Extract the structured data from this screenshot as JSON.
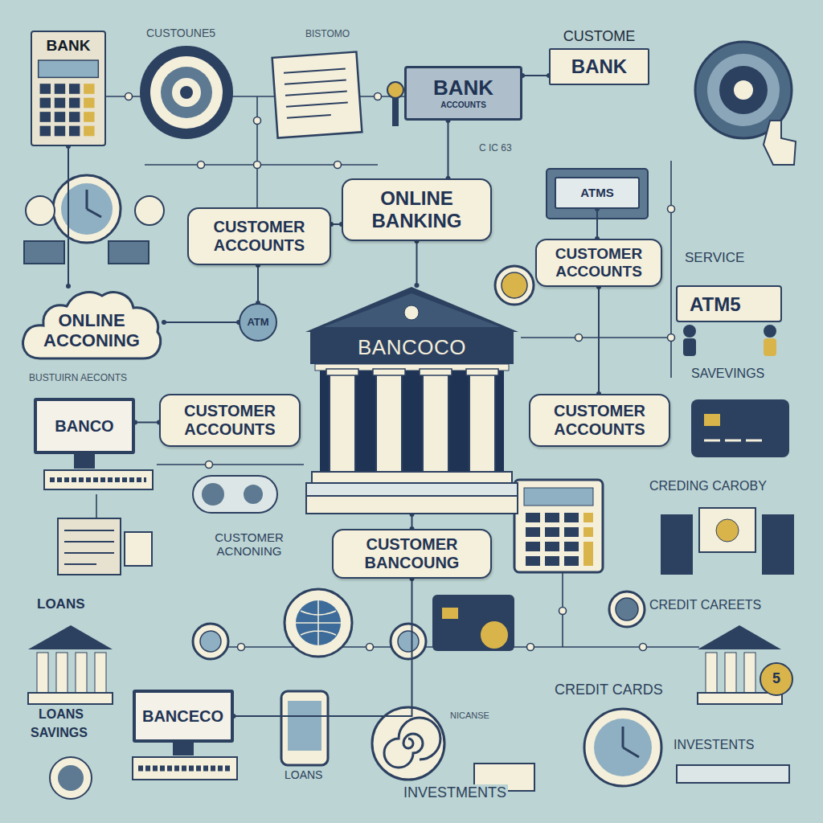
{
  "diagram": {
    "nodes": [
      {
        "text": [
          "BANK"
        ]
      },
      {
        "text": [
          "CUSTOME",
          "BANK"
        ]
      },
      {
        "text": [
          "BANK",
          "ACCOUNTS"
        ]
      },
      {
        "text": [
          "ONLINE BANKING"
        ]
      },
      {
        "text": [
          "ATMS"
        ]
      },
      {
        "text": [
          "CUSTOMER ACCOUNTS"
        ]
      },
      {
        "text": [
          "CUSTOMER ACCOUNTS"
        ]
      },
      {
        "text": [
          "ATM"
        ]
      },
      {
        "text": [
          "ONLINE ACCONING"
        ]
      },
      {
        "text": [
          "BANCOCO"
        ]
      },
      {
        "text": [
          "BANCO"
        ]
      },
      {
        "text": [
          "CUSTOMER ACCOUNTS"
        ]
      },
      {
        "text": [
          "CUSTOMER ACCOUNTS"
        ]
      },
      {
        "text": [
          "CUSTOMER BANCOUNG"
        ]
      },
      {
        "text": [
          "BANCECO"
        ]
      }
    ],
    "edges": [
      {
        "from": 0,
        "to": 8,
        "arrow": "none"
      },
      {
        "from": 2,
        "to": 1,
        "arrow": "none"
      },
      {
        "from": 3,
        "to": 2,
        "arrow": "none"
      },
      {
        "from": 5,
        "to": 7,
        "arrow": "none"
      },
      {
        "from": 4,
        "to": 6,
        "arrow": "none"
      },
      {
        "from": 3,
        "to": 9,
        "arrow": "none"
      },
      {
        "from": 8,
        "to": 7,
        "arrow": "none"
      },
      {
        "from": 6,
        "to": 12,
        "arrow": "none"
      },
      {
        "from": 11,
        "to": 10,
        "arrow": "none"
      },
      {
        "from": 9,
        "to": 13,
        "arrow": "none"
      },
      {
        "from": 14,
        "to": 13,
        "arrow": "none"
      },
      {
        "from": 5,
        "to": 3,
        "arrow": "none"
      }
    ],
    "labels": [
      "CUSTOUNE5",
      "BISTOMO",
      "C IC 63",
      "SERVICE",
      "ATM5",
      "SAVEVINGS",
      "BUSTUIRN AECONTS",
      "CREDING CAROBY",
      "CUSTOMER ACNONING",
      "LOANS",
      "CREDIT CAREETS",
      "CREDIT CARDS",
      "LOANS",
      "SAVINGS",
      "NICANSE",
      "INVESTENTS",
      "LOANS",
      "INVESTMENTS",
      "5"
    ]
  }
}
